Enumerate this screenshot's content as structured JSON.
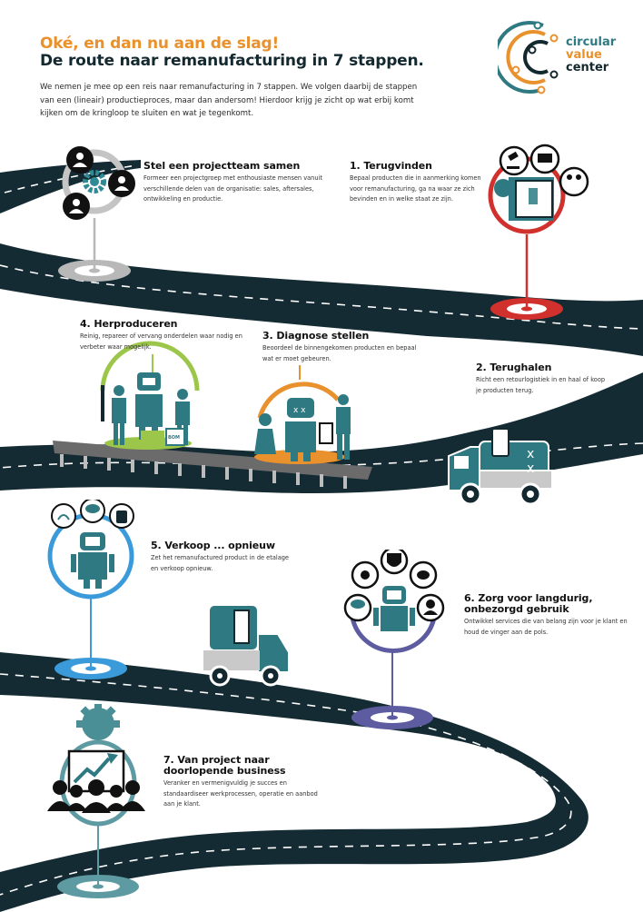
{
  "header": {
    "title_line1": "Oké, en dan nu aan de slag!",
    "title_line2": "De route naar remanufacturing in 7 stappen.",
    "intro": "We nemen je mee op een reis naar remanufacturing in 7 stappen. We volgen daarbij de stappen van een (lineair) productieproces, maar dan andersom! Hierdoor krijg je zicht op wat erbij komt kijken om de kringloop te sluiten en wat je tegenkomt."
  },
  "logo": {
    "line1": "circular",
    "line2": "value",
    "line3": "center"
  },
  "colors": {
    "road": "#142b33",
    "orange": "#e8912d",
    "teal": "#2f7a82",
    "red": "#d0312d",
    "blue": "#3b9ad9",
    "purple": "#5d5ca0",
    "grey": "#b8b8b8",
    "lime": "#9cc64a",
    "dark_teal": "#4a8e96"
  },
  "steps": [
    {
      "id": "0",
      "title": "Stel een projectteam samen",
      "text": "Formeer een projectgroep met enthousiaste mensen vanuit verschillende delen van de organisatie: sales, aftersales, ontwikkeling en productie.",
      "icon": "team-gear-icon"
    },
    {
      "id": "1",
      "title": "1. Terugvinden",
      "text": "Bepaal producten die in aanmerking komen voor remanufacturing, ga na waar ze zich bevinden en in welke staat ze zijn.",
      "icon": "search-monitor-icon"
    },
    {
      "id": "2",
      "title": "2. Terughalen",
      "text": "Richt een retourlogistiek in en haal of koop je producten terug.",
      "icon": "truck-icon"
    },
    {
      "id": "3",
      "title": "3.  Diagnose stellen",
      "text": "Beoordeel de binnengekomen producten en bepaal wat er moet gebeuren.",
      "icon": "diagnose-robot-icon"
    },
    {
      "id": "4",
      "title": "4. Herproduceren",
      "text": "Reinig, repareer of vervang onderdelen waar nodig en verbeter waar mogelijk.",
      "icon": "repair-robot-icon"
    },
    {
      "id": "5",
      "title": "5.  Verkoop ... opnieuw",
      "text": "Zet het remanufactured product in de etalage en verkoop opnieuw.",
      "icon": "sell-robot-icon"
    },
    {
      "id": "6",
      "title": "6.  Zorg voor langdurig, onbezorgd gebruik",
      "text": "Ontwikkel services die van belang zijn voor je klant en houd de vinger aan de pols.",
      "icon": "service-robot-icon"
    },
    {
      "id": "7",
      "title": "7.  Van project naar doorlopende business",
      "text": "Veranker en vermenigvuldig je succes en standaardiseer werkprocessen, operatie en aanbod aan je klant.",
      "icon": "business-growth-icon"
    }
  ],
  "labels": {
    "bom": "BOM"
  }
}
